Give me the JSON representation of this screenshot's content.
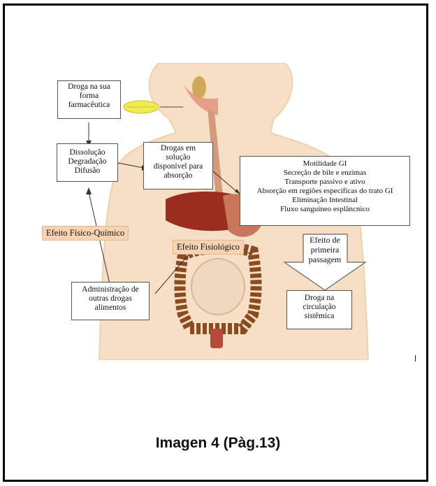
{
  "diagram": {
    "box_drug_form": [
      "Droga na sua",
      "forma",
      "farmacêutica"
    ],
    "box_dissolution": [
      "Dissolução",
      "Degradação",
      "Difusão"
    ],
    "box_solution": [
      "Drogas em",
      "solução",
      "disponível para",
      "absorção"
    ],
    "box_factors": [
      "Motilidade GI",
      "Secreção de bile e enzimas",
      "Transporte passivo e ativo",
      "Absorção em regiões específicas do trato GI",
      "Eliminação Intestinal",
      "Fluxo sanguíneo esplâncnico"
    ],
    "label_physchem": "Efeito Físico-Químico",
    "label_physio": "Efeito Fisiológico",
    "first_pass": [
      "Efeito de",
      "primeira",
      "passagem"
    ],
    "box_other_drugs": [
      "Administração de",
      "outras drogas",
      "alimentos"
    ],
    "box_circulation": [
      "Droga na",
      "circulação",
      "sistêmica"
    ]
  },
  "caption": "Imagen 4 (Pàg.13)",
  "colors": {
    "skin": "#f6dfc4",
    "label_bg": "#f8d3b3",
    "liver": "#9a2d1d",
    "intestine": "#8a4a22",
    "pill": "#f2ec4e"
  }
}
